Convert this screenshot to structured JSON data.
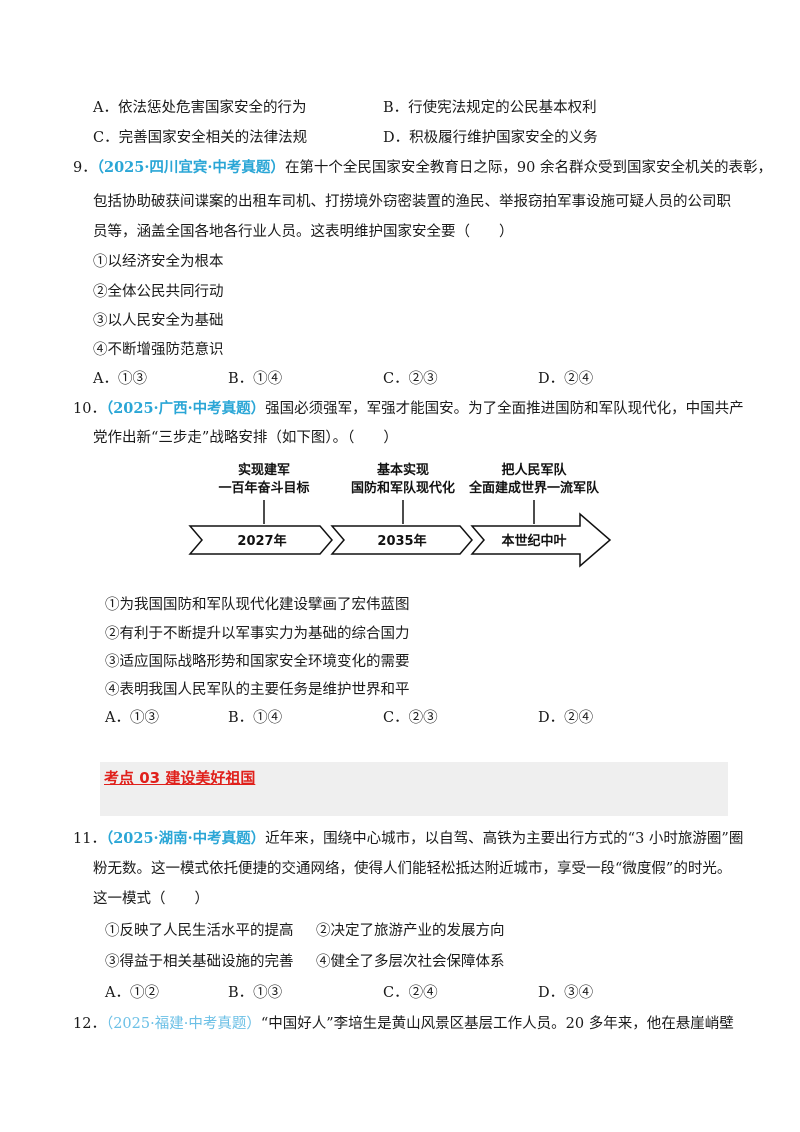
{
  "q8_options": {
    "a": "A．依法惩处危害国家安全的行为",
    "b": "B．行使宪法规定的公民基本权利",
    "c": "C．完善国家安全相关的法律法规",
    "d": "D．积极履行维护国家安全的义务"
  },
  "q9": {
    "number": "9．",
    "source": "（2025·四川宜宾·中考真题）",
    "line1": "在第十个全民国家安全教育日之际，90 余名群众受到国家安全机关的表彰，",
    "line2": "包括协助破获间谍案的出租车司机、打捞境外窃密装置的渔民、举报窃拍军事设施可疑人员的公司职",
    "line3": "员等，涵盖全国各地各行业人员。这表明维护国家安全要（　　）",
    "items": [
      "①以经济安全为根本",
      "②全体公民共同行动",
      "③以人民安全为基础",
      "④不断增强防范意识"
    ],
    "choices": [
      "A．①③",
      "B．①④",
      "C．②③",
      "D．②④"
    ]
  },
  "q10": {
    "number": "10．",
    "source": "（2025·广西·中考真题）",
    "line1": "强国必须强军，军强才能国安。为了全面推进国防和军队现代化，中国共产",
    "line2": "党作出新“三步走”战略安排（如下图）。（　　）",
    "diagram": {
      "goals": [
        {
          "l1": "实现建军",
          "l2": "一百年奋斗目标"
        },
        {
          "l1": "基本实现",
          "l2": "国防和军队现代化"
        },
        {
          "l1": "把人民军队",
          "l2": "全面建成世界一流军队"
        }
      ],
      "steps": [
        "2027年",
        "2035年",
        "本世纪中叶"
      ]
    },
    "items": [
      "①为我国国防和军队现代化建设擘画了宏伟蓝图",
      "②有利于不断提升以军事实力为基础的综合国力",
      "③适应国际战略形势和国家安全环境变化的需要",
      "④表明我国人民军队的主要任务是维护世界和平"
    ],
    "choices": [
      "A．①③",
      "B．①④",
      "C．②③",
      "D．②④"
    ]
  },
  "section": {
    "title": "考点 03  建设美好祖国"
  },
  "q11": {
    "number": "11．",
    "source": "（2025·湖南·中考真题）",
    "line1": "近年来，围绕中心城市，以自驾、高铁为主要出行方式的“3 小时旅游圈”圈",
    "line2": "粉无数。这一模式依托便捷的交通网络，使得人们能轻松抵达附近城市，享受一段“微度假”的时光。",
    "line3": "这一模式（　　）",
    "items": [
      "①反映了人民生活水平的提高",
      "②决定了旅游产业的发展方向",
      "③得益于相关基础设施的完善",
      "④健全了多层次社会保障体系"
    ],
    "choices": [
      "A．①②",
      "B．①③",
      "C．②④",
      "D．③④"
    ]
  },
  "q12": {
    "number": "12．",
    "source": "（2025·福建·中考真题）",
    "line1": "“中国好人”李培生是黄山风景区基层工作人员。20 多年来，他在悬崖峭壁"
  }
}
